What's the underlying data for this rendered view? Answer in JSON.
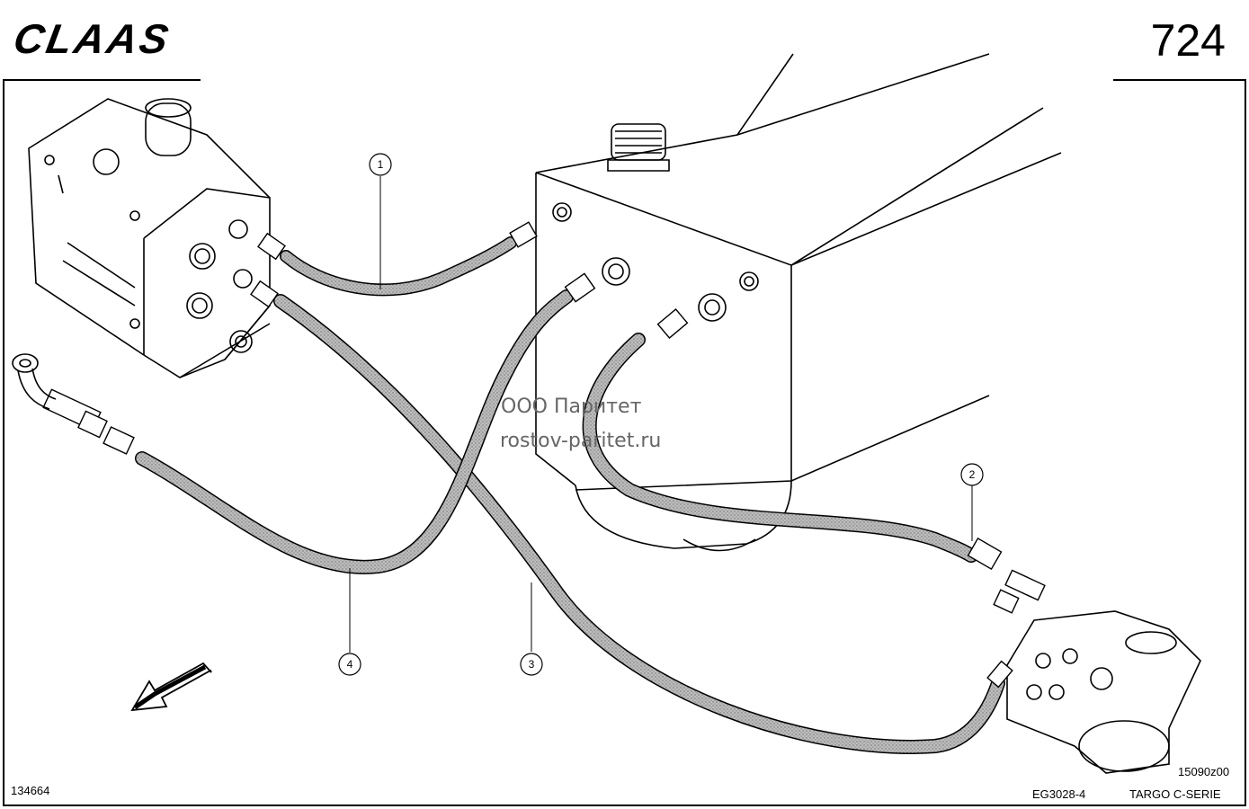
{
  "header": {
    "brand": "CLAAS",
    "page_number": "724"
  },
  "watermark": {
    "line1": "ООО Паритет",
    "line2": "rostov-paritet.ru"
  },
  "callouts": [
    "1",
    "2",
    "3",
    "4"
  ],
  "footer": {
    "left_code": "134664",
    "image_code": "15090z00",
    "doc_code": "EG3028-4",
    "series": "TARGO C-SERIE"
  },
  "icons": {
    "direction": "arrow-icon"
  }
}
